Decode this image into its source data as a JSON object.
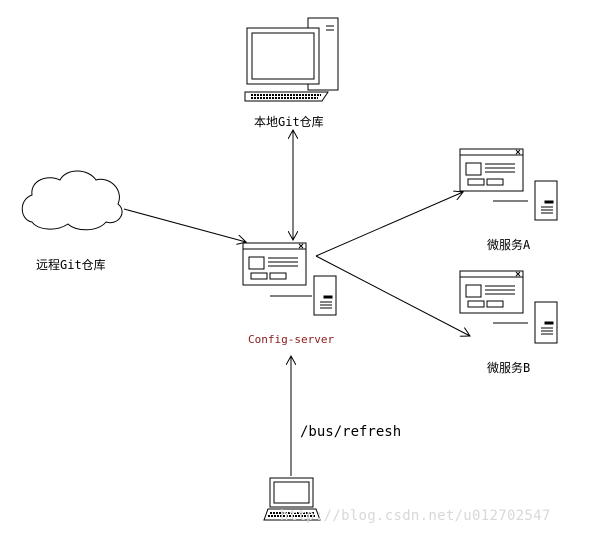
{
  "labels": {
    "local_repo": "本地Git仓库",
    "remote_repo": "远程Git仓库",
    "config_server": "Config-server",
    "service_a": "微服务A",
    "service_b": "微服务B",
    "refresh_endpoint": "/bus/refresh"
  },
  "watermark": "http://blog.csdn.net/u012702547",
  "colors": {
    "line": "#000000",
    "config_label": "#8b1a1a",
    "watermark": "#d8d8d8"
  }
}
